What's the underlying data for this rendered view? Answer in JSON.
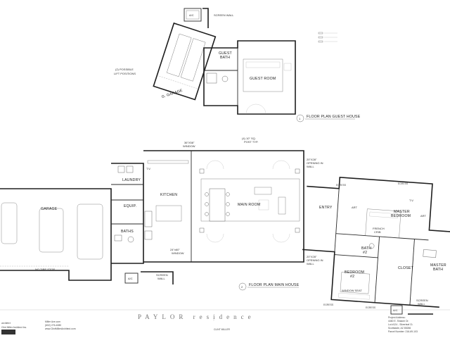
{
  "labels": {
    "ac_top": "A/C",
    "screen_wall_top": "SCREEN\nWALL",
    "lift_positions": "(2) POSSIBLE\nLIFT POSITIONS",
    "g_garage": "G. GARAGE",
    "guest_bath": "GUEST\nBATH",
    "guest_room": "GUEST ROOM",
    "plan_guest_title": "FLOOR PLAN GUEST HOUSE",
    "plan_guest_num": "1",
    "window_36x58": "36\"X58\"\nWINDOW",
    "post_typ": "(4) 10\" SQ.\nPOST TYP.",
    "opening_top": "20\"X28\"\nOPENING IN\nWALL",
    "laundry": "LAUNDRY",
    "kitchen": "KITCHEN",
    "main_room": "MAIN ROOM",
    "equip": "EQUIP.",
    "baths": "BATHS",
    "garage": "GARAGE",
    "no_tire_stop": "NO TIRE STOP",
    "window_24x60": "24\"x60\"\nWINDOW",
    "ac_bottom": "A/C",
    "screen_wall_bottom": "SCREEN\nWALL",
    "plan_main_title": "FLOOR PLAN MAIN HOUSE",
    "plan_main_num": "2",
    "opening_bottom": "20\"X28\"\nOPENING IN\nWALL",
    "entry": "ENTRY",
    "art_1": "ART",
    "art_2": "ART",
    "master_bedroom": "MASTER\nBEDROOM",
    "french_crib": "FRENCH\nCRIB",
    "tv_master": "T.V.",
    "bath_2": "BATH\n#2",
    "closet": "CLOSET",
    "master_bath": "MASTER\nBATH",
    "bedroom_2": "BEDROOM\n#2",
    "window_seat": "WINDOW SEAT",
    "ac_right": "A/C",
    "screen_wall_right": "SCREEN\nWALL",
    "egress_1": "EGRESS",
    "egress_2": "EGRESS",
    "egress_3": "EGRESS",
    "egress_4": "EGRESS",
    "tv_kitchen": "T.V."
  },
  "title_block": {
    "project_title": "PAYLOR residence",
    "firm_logo": "CLINT MILLER",
    "firm_name": "architect",
    "firm_lines": [
      "Clint Miller Architect Inc."
    ],
    "contact_lines": [
      "Miller Ave.com",
      "(602) 276-4080",
      "www.ClintMillerArchitect.com"
    ],
    "project_lines": [
      "Project Address:",
      "4460 E. Shalom Dr.",
      "Lot #124 - Silverleaf Ct.",
      "Scottsdale, AZ 85266",
      "Parcel Number: 216-69-103"
    ]
  }
}
